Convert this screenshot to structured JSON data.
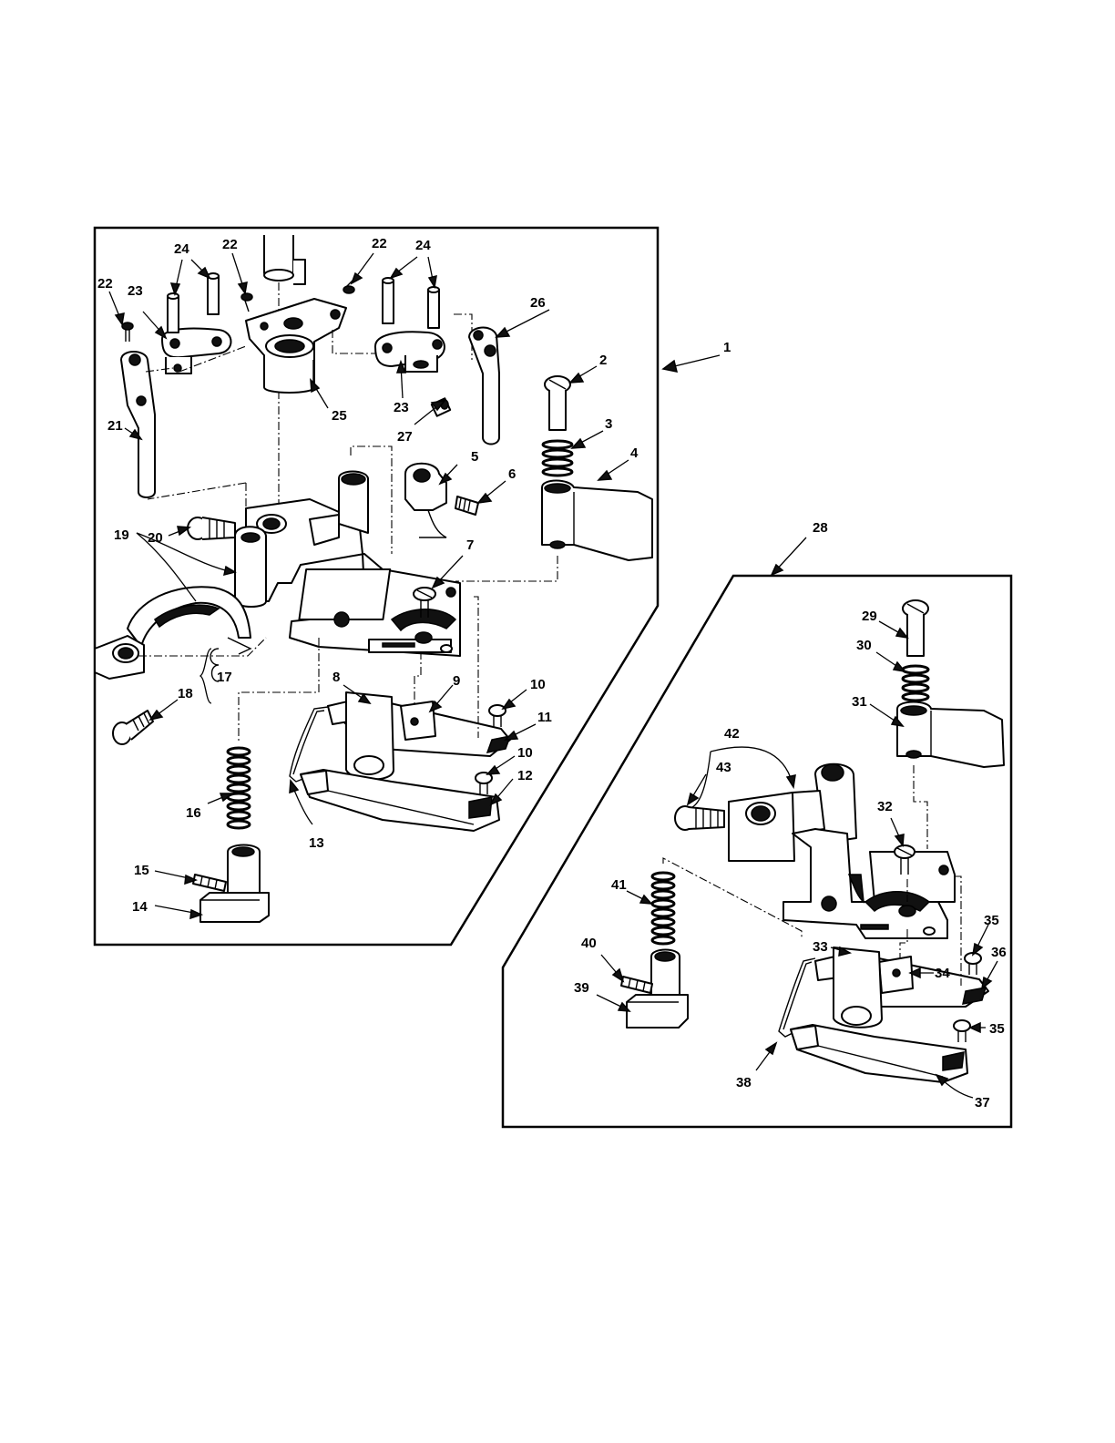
{
  "figure": {
    "callouts": [
      {
        "id": "c1",
        "label": "1"
      },
      {
        "id": "c2",
        "label": "2"
      },
      {
        "id": "c3",
        "label": "3"
      },
      {
        "id": "c4",
        "label": "4"
      },
      {
        "id": "c5",
        "label": "5"
      },
      {
        "id": "c6",
        "label": "6"
      },
      {
        "id": "c7",
        "label": "7"
      },
      {
        "id": "c8",
        "label": "8"
      },
      {
        "id": "c9",
        "label": "9"
      },
      {
        "id": "c10a",
        "label": "10"
      },
      {
        "id": "c10b",
        "label": "10"
      },
      {
        "id": "c11",
        "label": "11"
      },
      {
        "id": "c12",
        "label": "12"
      },
      {
        "id": "c13",
        "label": "13"
      },
      {
        "id": "c14",
        "label": "14"
      },
      {
        "id": "c15",
        "label": "15"
      },
      {
        "id": "c16",
        "label": "16"
      },
      {
        "id": "c17",
        "label": "17"
      },
      {
        "id": "c18",
        "label": "18"
      },
      {
        "id": "c19",
        "label": "19"
      },
      {
        "id": "c20",
        "label": "20"
      },
      {
        "id": "c21",
        "label": "21"
      },
      {
        "id": "c22a",
        "label": "22"
      },
      {
        "id": "c22b",
        "label": "22"
      },
      {
        "id": "c22c",
        "label": "22"
      },
      {
        "id": "c23a",
        "label": "23"
      },
      {
        "id": "c23b",
        "label": "23"
      },
      {
        "id": "c24a",
        "label": "24"
      },
      {
        "id": "c24b",
        "label": "24"
      },
      {
        "id": "c25",
        "label": "25"
      },
      {
        "id": "c26",
        "label": "26"
      },
      {
        "id": "c27",
        "label": "27"
      },
      {
        "id": "c28",
        "label": "28"
      },
      {
        "id": "c29",
        "label": "29"
      },
      {
        "id": "c30",
        "label": "30"
      },
      {
        "id": "c31",
        "label": "31"
      },
      {
        "id": "c32",
        "label": "32"
      },
      {
        "id": "c33",
        "label": "33"
      },
      {
        "id": "c34",
        "label": "34"
      },
      {
        "id": "c35a",
        "label": "35"
      },
      {
        "id": "c35b",
        "label": "35"
      },
      {
        "id": "c36",
        "label": "36"
      },
      {
        "id": "c37",
        "label": "37"
      },
      {
        "id": "c38",
        "label": "38"
      },
      {
        "id": "c39",
        "label": "39"
      },
      {
        "id": "c40",
        "label": "40"
      },
      {
        "id": "c41",
        "label": "41"
      },
      {
        "id": "c42",
        "label": "42"
      },
      {
        "id": "c43",
        "label": "43"
      }
    ]
  }
}
